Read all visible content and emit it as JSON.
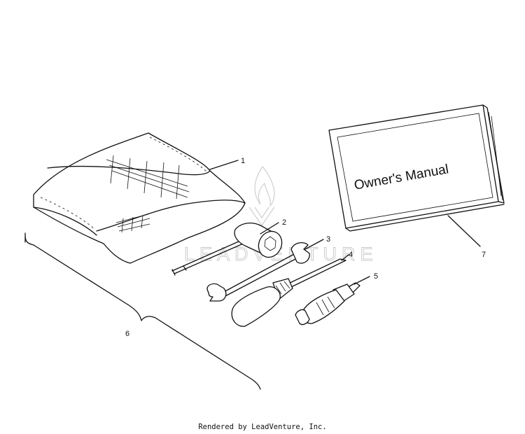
{
  "watermark": {
    "text": "LEADVENTURE"
  },
  "manual": {
    "cover_title": "Owner's Manual"
  },
  "callouts": [
    {
      "id": "1",
      "label": "1"
    },
    {
      "id": "2",
      "label": "2"
    },
    {
      "id": "3",
      "label": "3"
    },
    {
      "id": "4",
      "label": "4"
    },
    {
      "id": "5",
      "label": "5"
    },
    {
      "id": "6",
      "label": "6"
    },
    {
      "id": "7",
      "label": "7"
    }
  ],
  "footer": {
    "text": "Rendered by LeadVenture, Inc."
  }
}
